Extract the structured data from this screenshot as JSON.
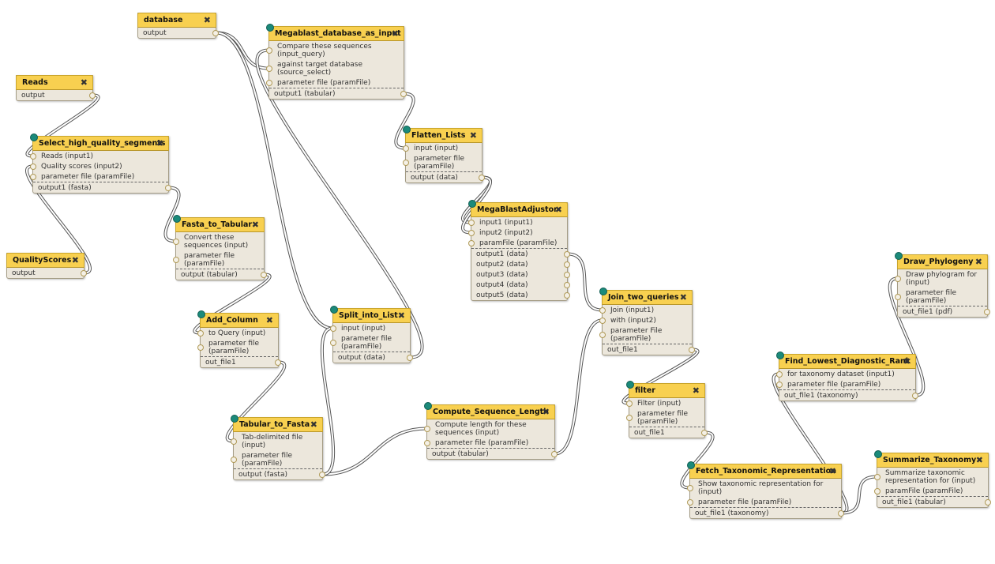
{
  "close_glyph": "✖",
  "nodes": [
    {
      "id": "n_database",
      "title": "database",
      "inputs": [],
      "params": [],
      "outputs": [
        "output"
      ],
      "has_grip": false
    },
    {
      "id": "n_megablast",
      "title": "Megablast_database_as_input",
      "inputs": [
        "Compare these sequences (input_query)",
        "against target database (source_select)"
      ],
      "params": [
        "parameter file (paramFile)"
      ],
      "outputs": [
        "output1 (tabular)"
      ],
      "has_grip": true
    },
    {
      "id": "n_reads",
      "title": "Reads",
      "inputs": [],
      "params": [],
      "outputs": [
        "output"
      ],
      "has_grip": false
    },
    {
      "id": "n_select",
      "title": "Select_high_quality_segments",
      "inputs": [
        "Reads (input1)",
        "Quality scores (input2)"
      ],
      "params": [
        "parameter file (paramFile)"
      ],
      "outputs": [
        "output1 (fasta)"
      ],
      "has_grip": true
    },
    {
      "id": "n_flatten",
      "title": "Flatten_Lists",
      "inputs": [
        "input (input)"
      ],
      "params": [
        "parameter file (paramFile)"
      ],
      "outputs": [
        "output (data)"
      ],
      "has_grip": true
    },
    {
      "id": "n_fasta2tab",
      "title": "Fasta_to_Tabular",
      "inputs": [
        "Convert these sequences (input)"
      ],
      "params": [
        "parameter file (paramFile)"
      ],
      "outputs": [
        "output (tabular)"
      ],
      "has_grip": true
    },
    {
      "id": "n_megaadj",
      "title": "MegaBlastAdjustor",
      "inputs": [
        "input1 (input1)",
        "input2 (input2)"
      ],
      "params": [
        "paramFile (paramFile)"
      ],
      "outputs": [
        "output1 (data)",
        "output2 (data)",
        "output3 (data)",
        "output4 (data)",
        "output5 (data)"
      ],
      "has_grip": true
    },
    {
      "id": "n_quality",
      "title": "QualityScores",
      "inputs": [],
      "params": [],
      "outputs": [
        "output"
      ],
      "has_grip": false
    },
    {
      "id": "n_drawphylo",
      "title": "Draw_Phylogeny",
      "inputs": [
        "Draw phylogram for (input)"
      ],
      "params": [
        "parameter file (paramFile)"
      ],
      "outputs": [
        "out_file1 (pdf)"
      ],
      "has_grip": true
    },
    {
      "id": "n_join",
      "title": "Join_two_queries",
      "inputs": [
        "Join (input1)",
        "with (input2)"
      ],
      "params": [
        "parameter File (paramFile)"
      ],
      "outputs": [
        "out_file1"
      ],
      "has_grip": true
    },
    {
      "id": "n_split",
      "title": "Split_into_List",
      "inputs": [
        "input (input)"
      ],
      "params": [
        "parameter file (paramFile)"
      ],
      "outputs": [
        "output (data)"
      ],
      "has_grip": true
    },
    {
      "id": "n_addcol",
      "title": "Add_Column",
      "inputs": [
        "to Query (input)"
      ],
      "params": [
        "parameter file (paramFile)"
      ],
      "outputs": [
        "out_file1"
      ],
      "has_grip": true
    },
    {
      "id": "n_findlow",
      "title": "Find_Lowest_Diagnostic_Rank",
      "inputs": [
        "for taxonomy dataset (input1)"
      ],
      "params": [
        "parameter file (paramFile)"
      ],
      "outputs": [
        "out_file1 (taxonomy)"
      ],
      "has_grip": true
    },
    {
      "id": "n_filter",
      "title": "filter",
      "inputs": [
        "Filter (input)"
      ],
      "params": [
        "parameter file (paramFile)"
      ],
      "outputs": [
        "out_file1"
      ],
      "has_grip": true
    },
    {
      "id": "n_compute",
      "title": "Compute_Sequence_Length",
      "inputs": [
        "Compute length for these sequences (input)"
      ],
      "params": [
        "parameter file (paramFile)"
      ],
      "outputs": [
        "output (tabular)"
      ],
      "has_grip": true
    },
    {
      "id": "n_tab2fasta",
      "title": "Tabular_to_Fasta",
      "inputs": [
        "Tab-delimited file (input)"
      ],
      "params": [
        "parameter file (paramFile)"
      ],
      "outputs": [
        "output (fasta)"
      ],
      "has_grip": true
    },
    {
      "id": "n_summarize",
      "title": "Summarize_Taxonomy",
      "inputs": [
        "Summarize taxonomic representation for (input)"
      ],
      "params": [
        "paramFile (paramFile)"
      ],
      "outputs": [
        "out_file1 (tabular)"
      ],
      "has_grip": true
    },
    {
      "id": "n_fetch",
      "title": "Fetch_Taxonomic_Representation",
      "inputs": [
        "Show taxonomic representation for (input)"
      ],
      "params": [
        "parameter file (paramFile)"
      ],
      "outputs": [
        "out_file1 (taxonomy)"
      ],
      "has_grip": true
    }
  ],
  "connections": [
    {
      "from": "n_database",
      "out": 0,
      "to": "n_megablast",
      "in": 1
    },
    {
      "from": "n_database",
      "out": 0,
      "to": "n_split",
      "in": 0
    },
    {
      "from": "n_reads",
      "out": 0,
      "to": "n_select",
      "in": 0
    },
    {
      "from": "n_quality",
      "out": 0,
      "to": "n_select",
      "in": 1
    },
    {
      "from": "n_select",
      "out": 0,
      "to": "n_fasta2tab",
      "in": 0
    },
    {
      "from": "n_fasta2tab",
      "out": 0,
      "to": "n_addcol",
      "in": 0
    },
    {
      "from": "n_addcol",
      "out": 0,
      "to": "n_tab2fasta",
      "in": 0
    },
    {
      "from": "n_tab2fasta",
      "out": 0,
      "to": "n_compute",
      "in": 0
    },
    {
      "from": "n_tab2fasta",
      "out": 0,
      "to": "n_split",
      "in": 0
    },
    {
      "from": "n_split",
      "out": 0,
      "to": "n_megablast",
      "in": 0
    },
    {
      "from": "n_megablast",
      "out": 0,
      "to": "n_flatten",
      "in": 0
    },
    {
      "from": "n_flatten",
      "out": 0,
      "to": "n_megaadj",
      "in": 0
    },
    {
      "from": "n_flatten",
      "out": 0,
      "to": "n_megaadj",
      "in": 1
    },
    {
      "from": "n_megaadj",
      "out": 0,
      "to": "n_join",
      "in": 0
    },
    {
      "from": "n_compute",
      "out": 0,
      "to": "n_join",
      "in": 1
    },
    {
      "from": "n_join",
      "out": 0,
      "to": "n_filter",
      "in": 0
    },
    {
      "from": "n_filter",
      "out": 0,
      "to": "n_fetch",
      "in": 0
    },
    {
      "from": "n_fetch",
      "out": 0,
      "to": "n_findlow",
      "in": 0
    },
    {
      "from": "n_fetch",
      "out": 0,
      "to": "n_summarize",
      "in": 0
    },
    {
      "from": "n_findlow",
      "out": 0,
      "to": "n_drawphylo",
      "in": 0
    }
  ]
}
